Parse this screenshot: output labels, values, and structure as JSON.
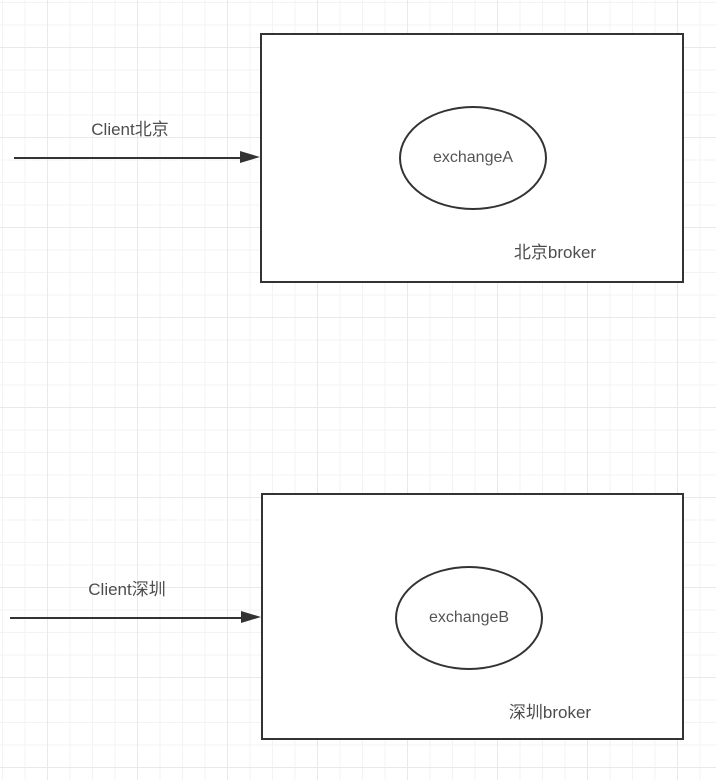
{
  "diagram": {
    "groups": [
      {
        "client_label": "Client北京",
        "exchange": "exchangeA",
        "broker": "北京broker"
      },
      {
        "client_label": "Client深圳",
        "exchange": "exchangeB",
        "broker": "深圳broker"
      }
    ],
    "colors": {
      "shape_stroke": "#333333",
      "label_text": "#4d4d4d",
      "ellipse_text": "#555555",
      "grid_minor": "#f3f3f5",
      "grid_major": "#e9e9ec",
      "background": "#ffffff"
    }
  }
}
